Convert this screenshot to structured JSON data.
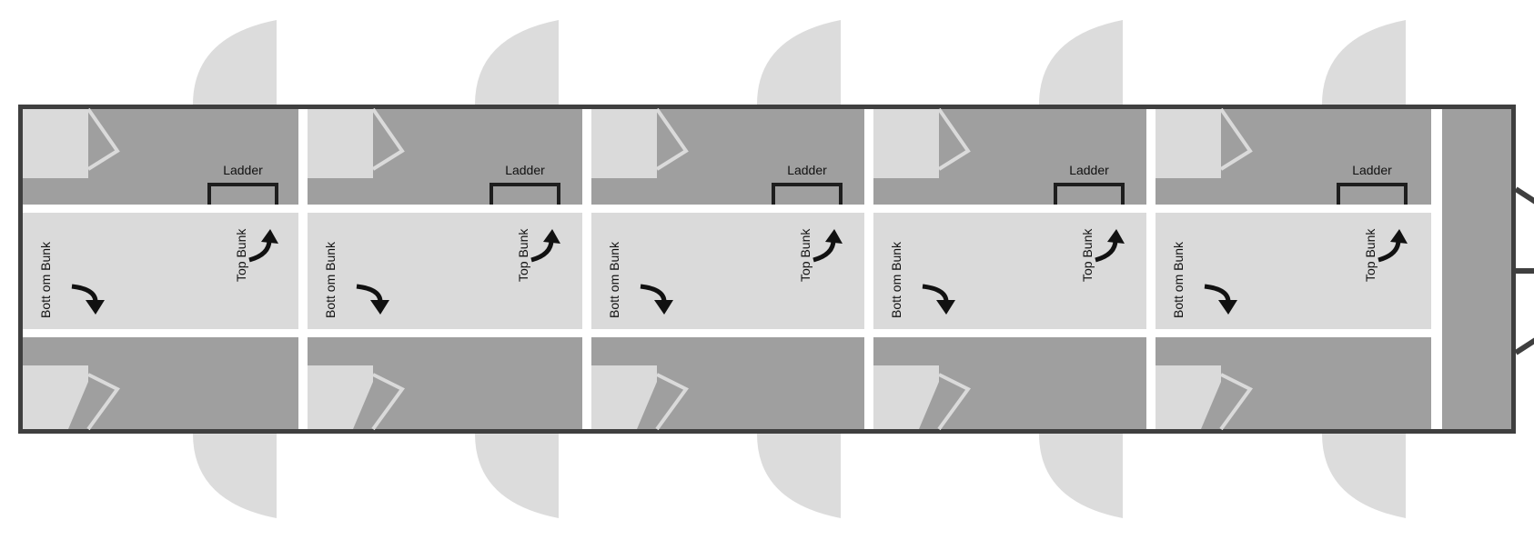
{
  "colors": {
    "frame": "#3f3f3f",
    "room": "#9f9f9f",
    "corridor": "#dadada",
    "door_swing": "#dcdcdc",
    "divider": "#ffffff",
    "ladder": "#1e1e1e",
    "arrow": "#111111"
  },
  "cabins": [
    {
      "ladder_label": "Ladder",
      "top_bunk_label": "Top Bunk",
      "bottom_bunk_label": "Bott om Bunk"
    },
    {
      "ladder_label": "Ladder",
      "top_bunk_label": "Top Bunk",
      "bottom_bunk_label": "Bott om Bunk"
    },
    {
      "ladder_label": "Ladder",
      "top_bunk_label": "Top Bunk",
      "bottom_bunk_label": "Bott om Bunk"
    },
    {
      "ladder_label": "Ladder",
      "top_bunk_label": "Top Bunk",
      "bottom_bunk_label": "Bott om Bunk"
    },
    {
      "ladder_label": "Ladder",
      "top_bunk_label": "Top Bunk",
      "bottom_bunk_label": "Bott om Bunk"
    }
  ],
  "icons": {
    "door": "door-swing-icon",
    "up": "curved-arrow-up-icon",
    "down": "curved-arrow-down-icon",
    "sink": "sink-icon"
  }
}
